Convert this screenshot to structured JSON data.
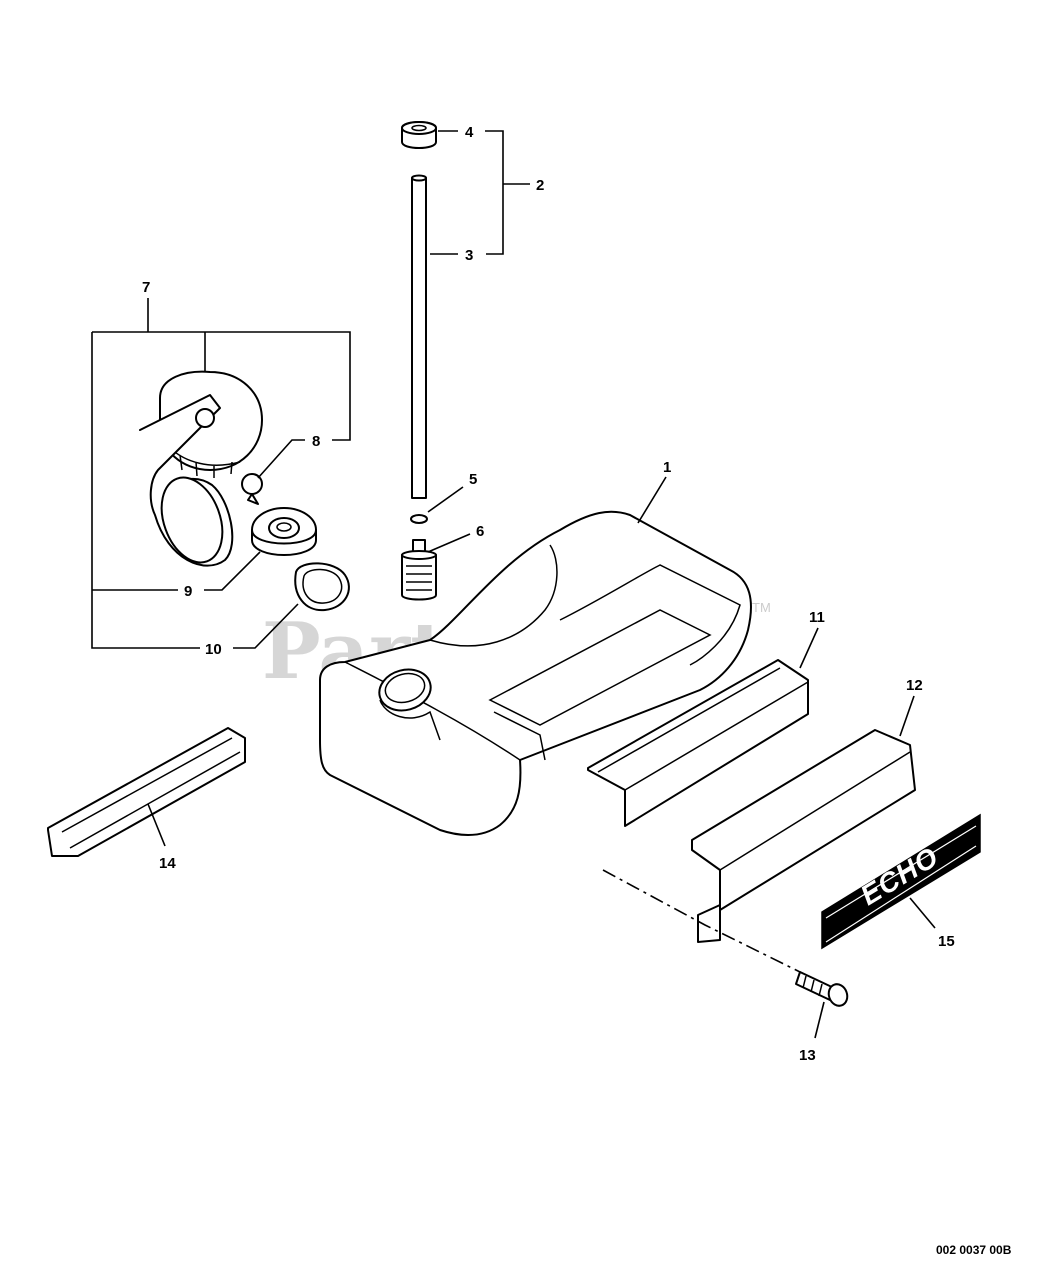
{
  "watermark": {
    "text": "PartsTree",
    "trademark": "TM"
  },
  "drawing_code": "002 0037 00B",
  "label_logo": "ECHO",
  "callouts": {
    "c1": "1",
    "c2": "2",
    "c3": "3",
    "c4": "4",
    "c5": "5",
    "c6": "6",
    "c7": "7",
    "c8": "8",
    "c9": "9",
    "c10": "10",
    "c11": "11",
    "c12": "12",
    "c13": "13",
    "c14": "14",
    "c15": "15"
  },
  "colors": {
    "line": "#000000",
    "watermark": "#d6d6d6",
    "background": "#ffffff"
  }
}
